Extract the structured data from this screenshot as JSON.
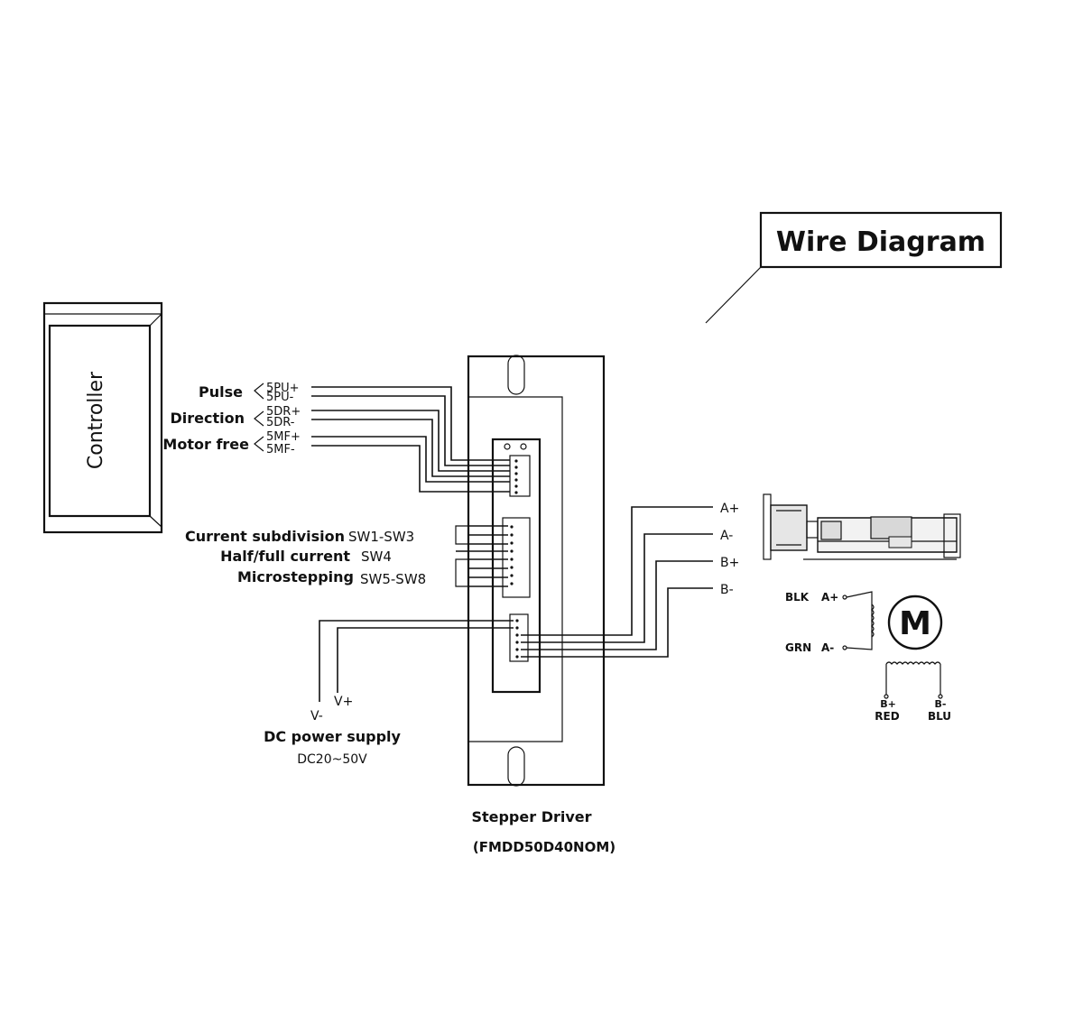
{
  "title": "Wire Diagram",
  "controller": {
    "label": "Controller"
  },
  "signals": {
    "pulse": "Pulse",
    "direction": "Direction",
    "motor_free": "Motor free",
    "pins": [
      "5PU+",
      "5PU-",
      "5DR+",
      "5DR-",
      "5MF+",
      "5MF-"
    ]
  },
  "switches": {
    "current_subdivision": {
      "label": "Current subdivision",
      "code": "SW1-SW3"
    },
    "half_full_current": {
      "label": "Half/full current",
      "code": "SW4"
    },
    "microstepping": {
      "label": "Microstepping",
      "code": "SW5-SW8"
    }
  },
  "power": {
    "v_minus": "V-",
    "v_plus": "V+",
    "label": "DC power supply",
    "range": "DC20~50V"
  },
  "driver": {
    "name": "Stepper Driver",
    "model": "(FMDD50D40NOM)"
  },
  "motor_outputs": [
    "A+",
    "A-",
    "B+",
    "B-"
  ],
  "motor": {
    "symbol": "M",
    "blk": "BLK",
    "grn": "GRN",
    "a_plus": "A+",
    "a_minus": "A-",
    "b_plus": "B+",
    "b_minus": "B-",
    "red": "RED",
    "blu": "BLU"
  }
}
